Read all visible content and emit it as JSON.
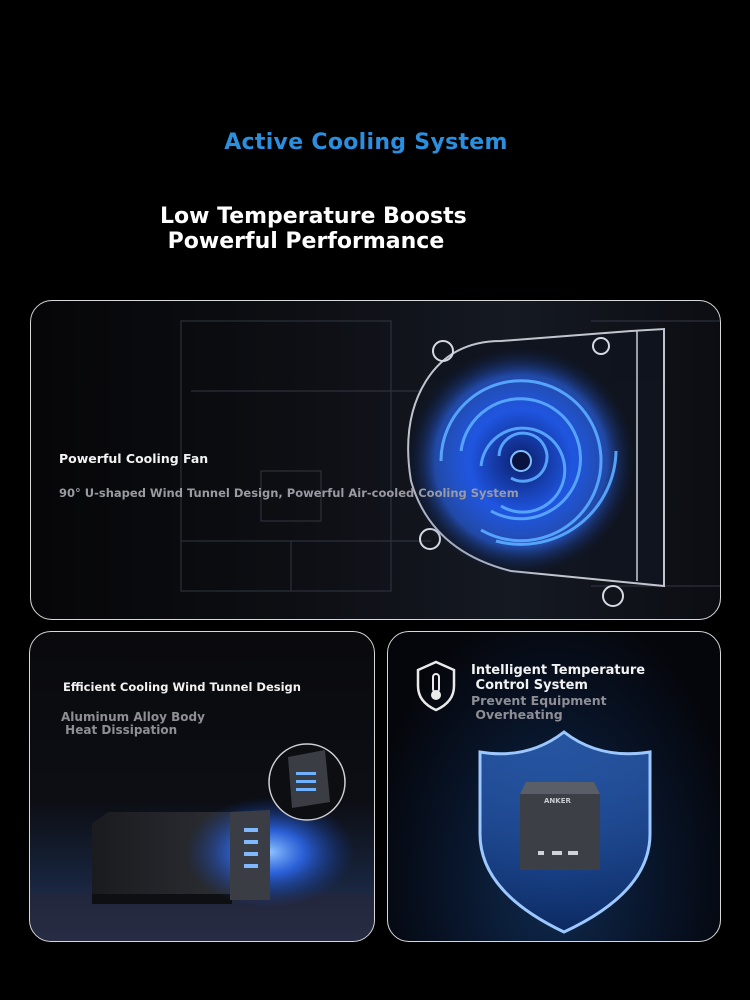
{
  "header": {
    "eyebrow": "Active Cooling System",
    "headline": "Low Temperature Boosts\n Powerful Performance"
  },
  "fan_card": {
    "title": "Powerful Cooling Fan",
    "subtitle": "90° U-shaped Wind Tunnel Design, Powerful Air-cooled Cooling System",
    "icon": "cooling-fan"
  },
  "tunnel_card": {
    "title": "Efficient Cooling Wind Tunnel Design",
    "subtitle": "Aluminum Alloy Body\n Heat Dissipation",
    "icon": "device-vents"
  },
  "temp_card": {
    "title": "Intelligent Temperature\n Control System",
    "subtitle": "Prevent Equipment\n Overheating",
    "icon": "shield-thermometer",
    "device_label": "ANKER"
  },
  "colors": {
    "accent": "#2b8fe0",
    "glow": "#3a7bff",
    "border": "#d8d8d8"
  }
}
